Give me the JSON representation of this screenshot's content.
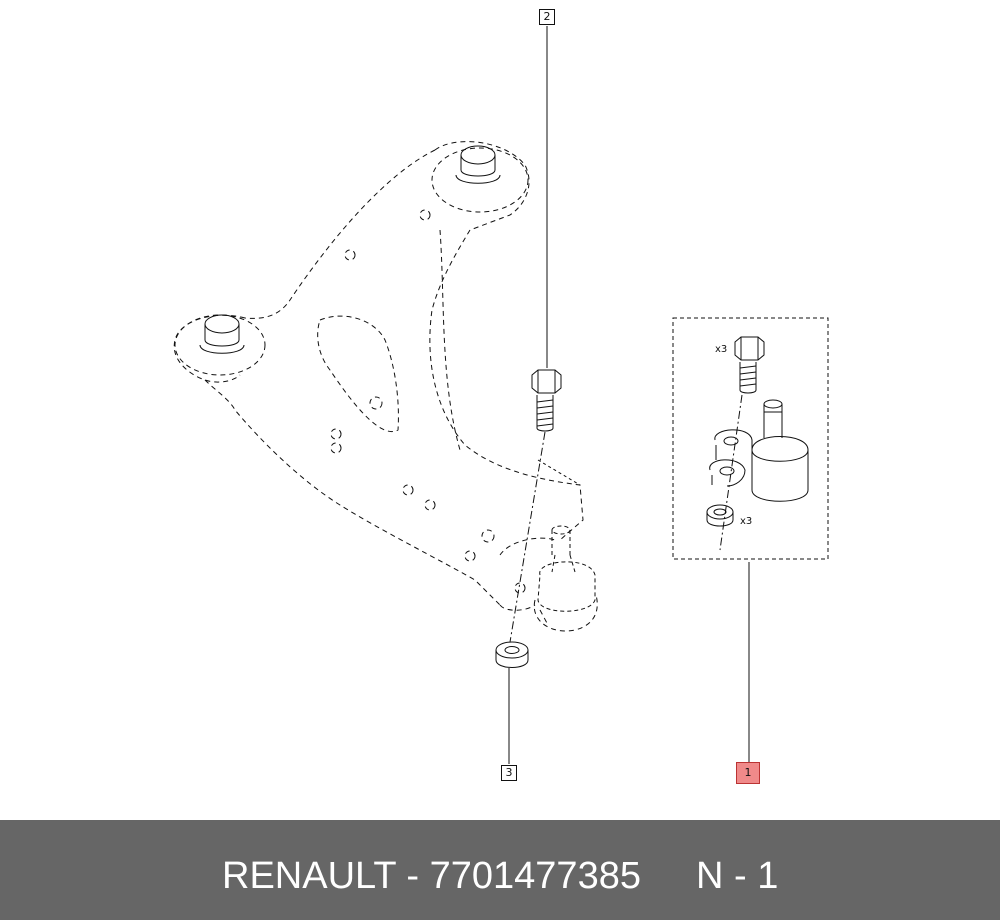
{
  "callouts": {
    "c1": "1",
    "c2": "2",
    "c3": "3"
  },
  "quantities": {
    "bolt_qty": "x3",
    "nut_qty": "x3"
  },
  "footer": {
    "title": "RENAULT - 7701477385",
    "count": "N - 1"
  },
  "colors": {
    "highlight": "#f08a8a",
    "footer_bg": "#666666"
  }
}
